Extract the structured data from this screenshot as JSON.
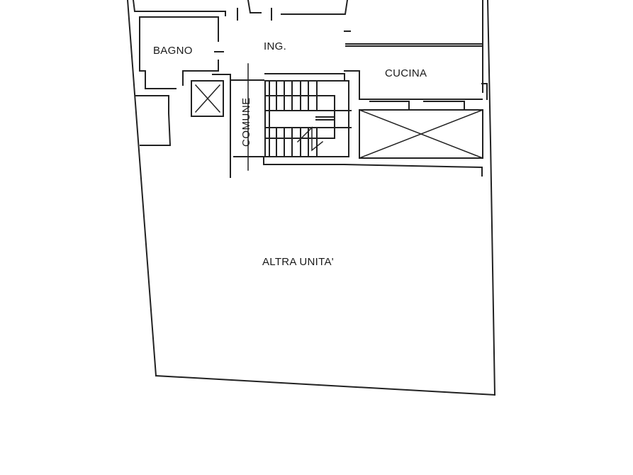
{
  "plan": {
    "type": "floor-plan",
    "rooms": [
      {
        "id": "bagno",
        "label": "BAGNO"
      },
      {
        "id": "ingresso",
        "label": "ING."
      },
      {
        "id": "cucina",
        "label": "CUCINA"
      },
      {
        "id": "comune",
        "label": "COMUNE"
      },
      {
        "id": "altra-unita",
        "label": "ALTRA UNITA'"
      }
    ],
    "symbols": [
      {
        "id": "elevator-shaft",
        "kind": "crossed-box"
      },
      {
        "id": "light-well",
        "kind": "crossed-box"
      },
      {
        "id": "staircase",
        "kind": "stairs"
      }
    ],
    "colors": {
      "line": "#222222",
      "background": "#ffffff"
    }
  }
}
